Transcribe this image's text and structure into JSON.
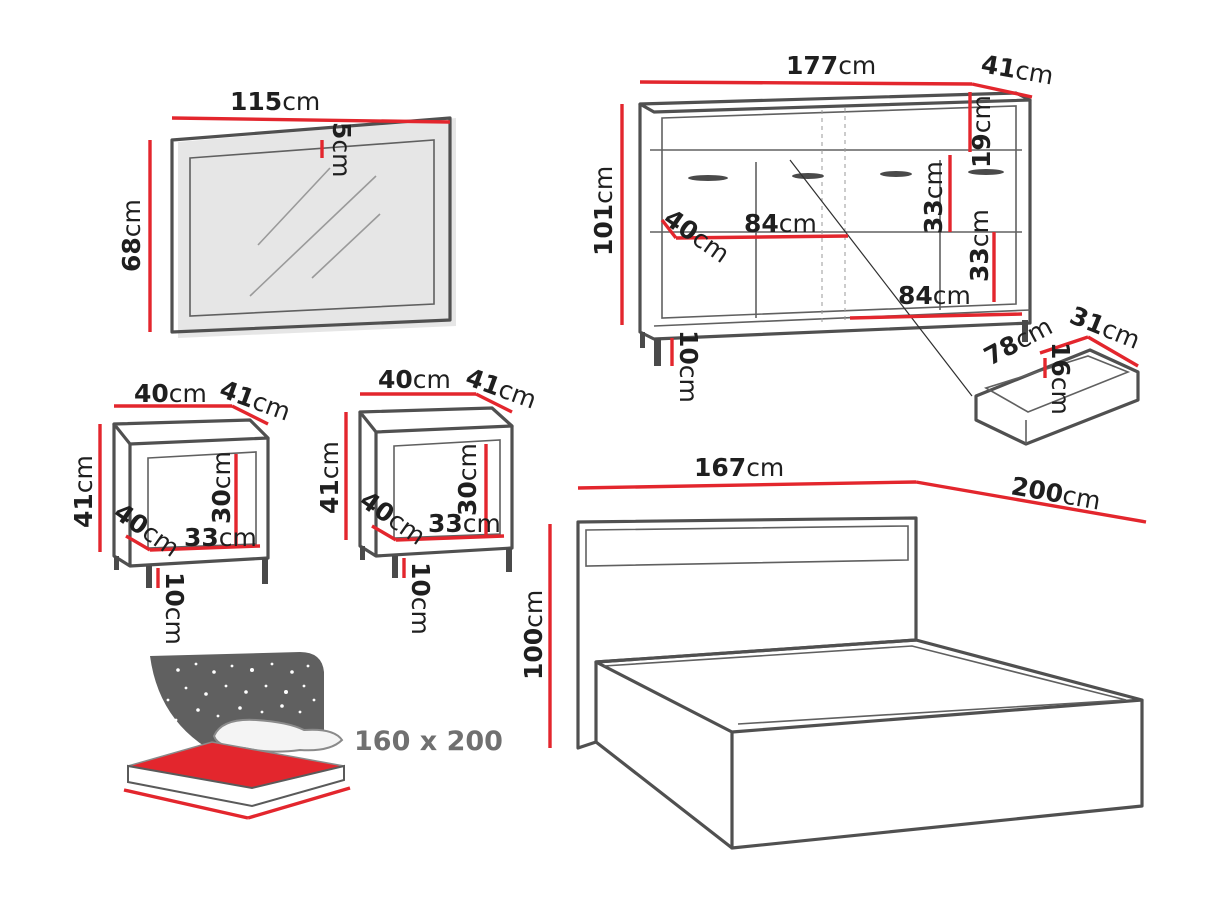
{
  "unit": "cm",
  "colors": {
    "measure": "#e3262d",
    "outline": "#505050",
    "night": "#606060",
    "mattress": "#e3262d"
  },
  "mirror": {
    "width": "115",
    "height": "68",
    "frame": "5"
  },
  "sideboard": {
    "width": "177",
    "depth": "41",
    "height": "101",
    "inner_depth": "40",
    "top_gap": "19",
    "shelf_height_1": "33",
    "shelf_height_2": "33",
    "compartment_width_1": "84",
    "compartment_width_2": "84",
    "leg_height": "10"
  },
  "drawer": {
    "width": "78",
    "depth": "31",
    "height": "16"
  },
  "nightstand_left": {
    "width": "40",
    "depth": "41",
    "height": "41",
    "inner_height": "30",
    "inner_width": "33",
    "inner_depth": "40",
    "leg_height": "10"
  },
  "nightstand_right": {
    "width": "40",
    "depth": "41",
    "height": "41",
    "inner_height": "30",
    "inner_width": "33",
    "inner_depth": "40",
    "leg_height": "10"
  },
  "bed": {
    "width": "167",
    "length": "200",
    "headboard_height": "100"
  },
  "mattress_badge": {
    "size_text": "160 x 200",
    "icon": "mattress-night-sky-icon"
  }
}
